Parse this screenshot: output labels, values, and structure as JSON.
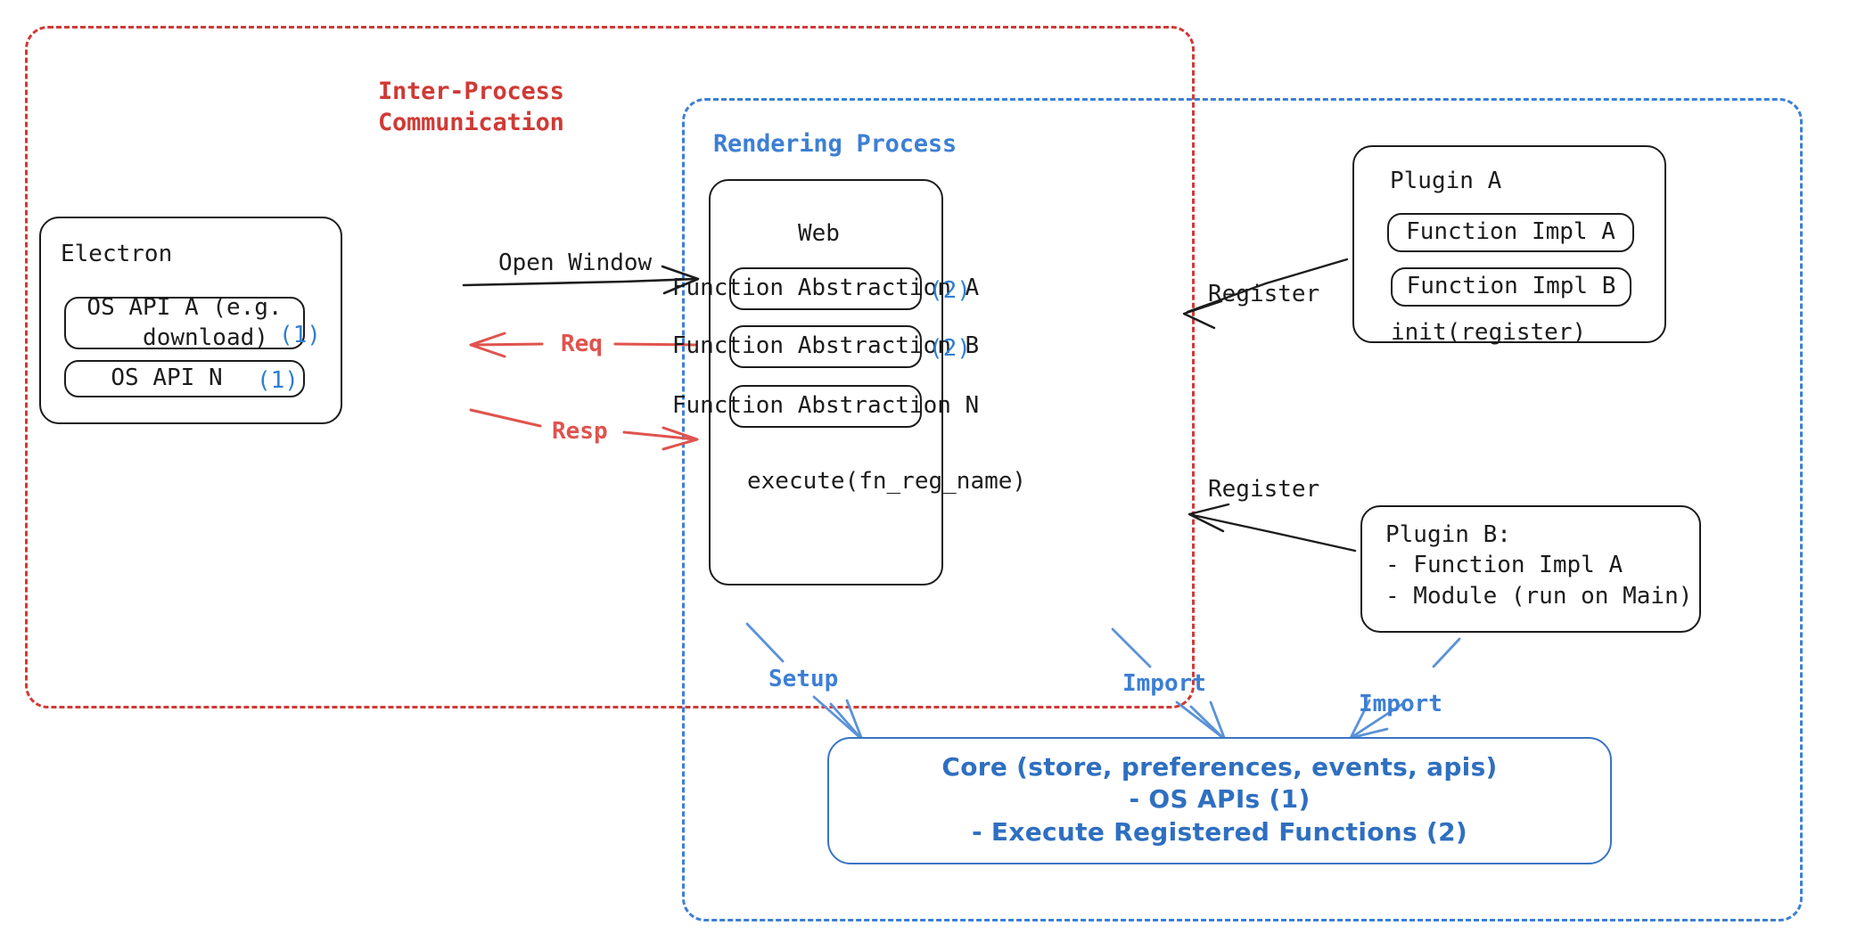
{
  "containers": {
    "ipc": {
      "title": "Inter-Process\nCommunication",
      "color": "#cf3a35",
      "style": "dashed"
    },
    "rendering": {
      "title": "Rendering Process",
      "color": "#3d7fd4",
      "style": "dashed"
    }
  },
  "electron": {
    "title": "Electron",
    "items": [
      {
        "label": "OS API A (e.g.\n   download)",
        "marker": "(1)"
      },
      {
        "label": "OS API N",
        "marker": "(1)"
      }
    ]
  },
  "web": {
    "title": "Web",
    "items": [
      {
        "label": "Function Abstraction A",
        "marker": "(2)"
      },
      {
        "label": "Function Abstraction B",
        "marker": "(2)"
      },
      {
        "label": "Function Abstraction N",
        "marker": ""
      }
    ],
    "footer": "execute(fn_reg_name)"
  },
  "plugin_a": {
    "title": "Plugin A",
    "items": [
      {
        "label": "Function Impl A"
      },
      {
        "label": "Function Impl B"
      }
    ],
    "footer": "init(register)"
  },
  "plugin_b": {
    "text": "Plugin B:\n- Function Impl A\n- Module (run on Main)"
  },
  "core": {
    "text": "Core (store, preferences, events, apis)\n- OS APIs (1)\n- Execute Registered Functions (2)",
    "color": "#2f6fc0"
  },
  "edges": {
    "open_window": "Open Window",
    "req": "Req",
    "resp": "Resp",
    "register_plugin_a": "Register",
    "register_plugin_b": "Register",
    "setup": "Setup",
    "import_web": "Import",
    "import_plugin_b": "Import"
  },
  "colors": {
    "red": "#cf3a35",
    "red_arrow": "#e0534d",
    "blue": "#3d7fd4",
    "blue_core": "#2f6fc0",
    "black": "#1c1c1c",
    "marker_blue": "#2f7fd0"
  },
  "markers": {
    "one": "(1)",
    "two": "(2)"
  }
}
